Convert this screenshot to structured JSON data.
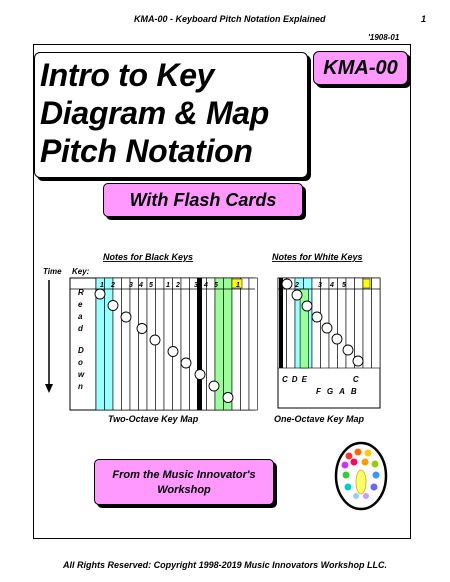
{
  "header": {
    "left": "KMA-00 - Keyboard Pitch Notation Explained",
    "page_number": "1",
    "version": "'1908-01"
  },
  "title": "Intro to Key\nDiagram & Map\nPitch Notation",
  "code_badge": "KMA-00",
  "subtitle": "With Flash Cards",
  "two_octave_map": {
    "heading": "Notes for Black Keys",
    "time_label": "Time",
    "key_label": "Key:",
    "key_numbers": [
      "1",
      "2",
      "3",
      "4",
      "5",
      "1",
      "2",
      "3",
      "4",
      "5",
      "1"
    ],
    "read_down": [
      "R",
      "e",
      "a",
      "d",
      "D",
      "o",
      "w",
      "n"
    ],
    "caption": "Two-Octave Key Map"
  },
  "one_octave_map": {
    "heading": "Notes for White Keys",
    "key_numbers": [
      "1",
      "2",
      "3",
      "4",
      "5"
    ],
    "upper_letters": [
      "C",
      "D",
      "E",
      "C"
    ],
    "lower_letters": [
      "F",
      "G",
      "A",
      "B"
    ],
    "caption": "One-Octave Key Map"
  },
  "workshop_text": "From the Music Innovator's\nWorkshop",
  "footer": "All Rights Reserved: Copyright 1998-2019  Music Innovators Workshop LLC.",
  "colors": {
    "pink": "#ff99ff",
    "cyan": "#99ffff",
    "green": "#99ff99",
    "yellow": "#ffff00"
  }
}
